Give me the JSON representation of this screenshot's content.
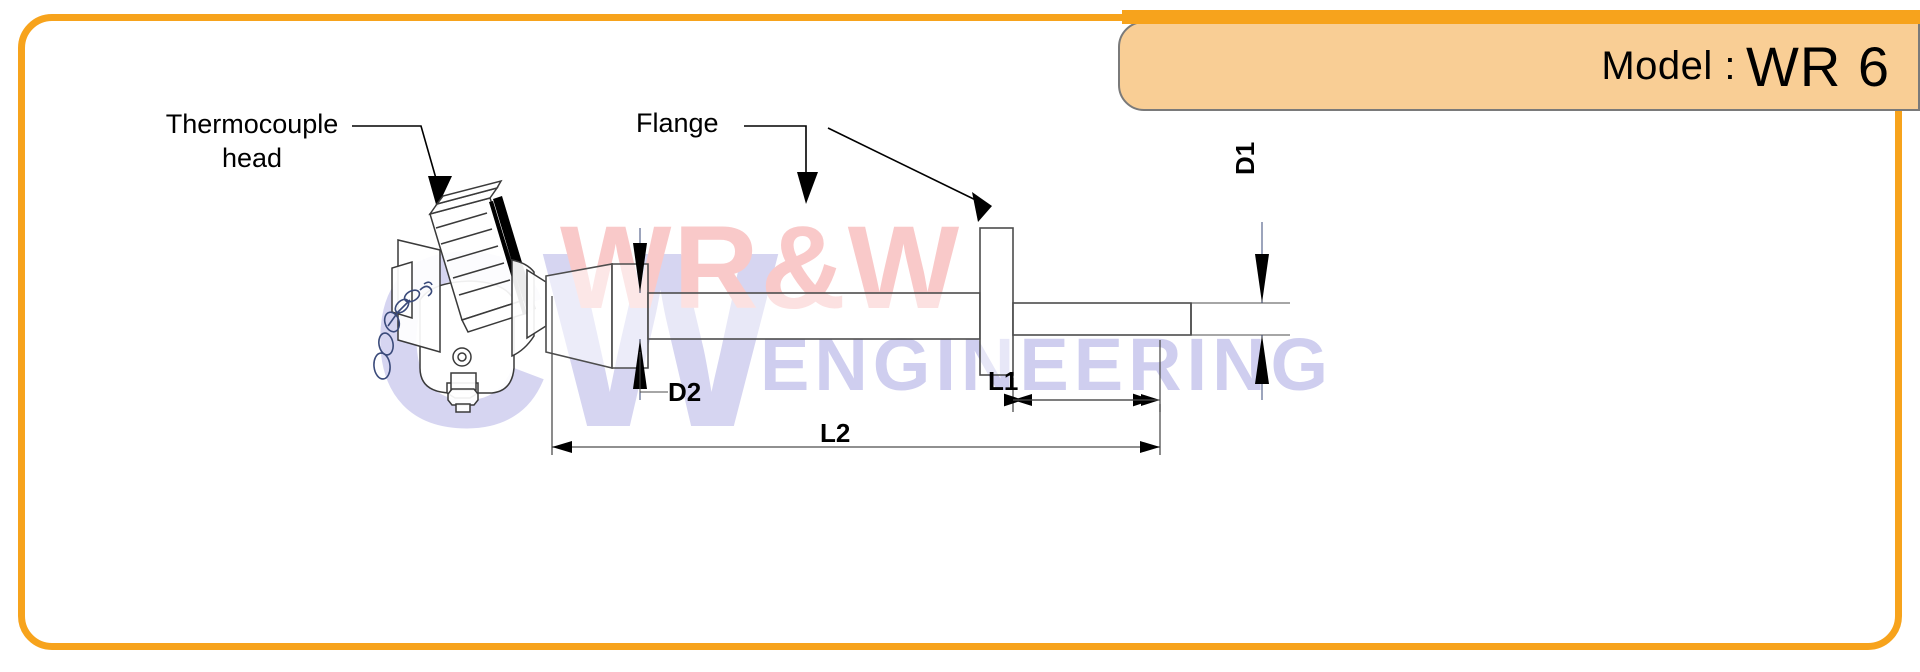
{
  "colors": {
    "frame_accent": "#F7A31C",
    "tab_fill": "#F9CE95",
    "watermark_red": "#F9C9C9",
    "watermark_purple": "#CFCEEF",
    "line": "#4d4d4d",
    "text": "#000000"
  },
  "model_tab": {
    "label": "Model :",
    "value": "WR 6"
  },
  "watermark": {
    "logo": "CW",
    "brand": "WR&W",
    "tagline": "ENGINEERING"
  },
  "callouts": {
    "thermocouple_head": "Thermocouple\nhead",
    "thermocouple_head_line1": "Thermocouple",
    "thermocouple_head_line2": "head",
    "flange": "Flange"
  },
  "dimensions": {
    "d1": "D1",
    "d2": "D2",
    "l1": "L1",
    "l2": "L2"
  },
  "diagram": {
    "type": "technical-assembly-drawing",
    "subject": "Thermocouple temperature sensor with flange",
    "components": [
      {
        "name": "thermocouple-head",
        "label": "Thermocouple head",
        "note": "finned cap with chain, shown tilted"
      },
      {
        "name": "neck-bushing",
        "label": "",
        "note": "tapered neck between head and stem"
      },
      {
        "name": "thick-stem",
        "label": "D2",
        "note": "larger diameter section from head to flange"
      },
      {
        "name": "flange",
        "label": "Flange",
        "note": "vertical plate mounted on stem"
      },
      {
        "name": "thin-probe",
        "label": "D1",
        "note": "smaller diameter probe extending right of flange"
      }
    ],
    "dimension_callouts": [
      {
        "id": "D1",
        "kind": "diameter",
        "orientation": "vertical",
        "target": "thin-probe"
      },
      {
        "id": "D2",
        "kind": "diameter",
        "orientation": "vertical",
        "target": "thick-stem"
      },
      {
        "id": "L1",
        "kind": "length",
        "orientation": "horizontal",
        "note": "flange face to probe tip"
      },
      {
        "id": "L2",
        "kind": "length",
        "orientation": "horizontal",
        "note": "head base to probe tip"
      }
    ]
  }
}
